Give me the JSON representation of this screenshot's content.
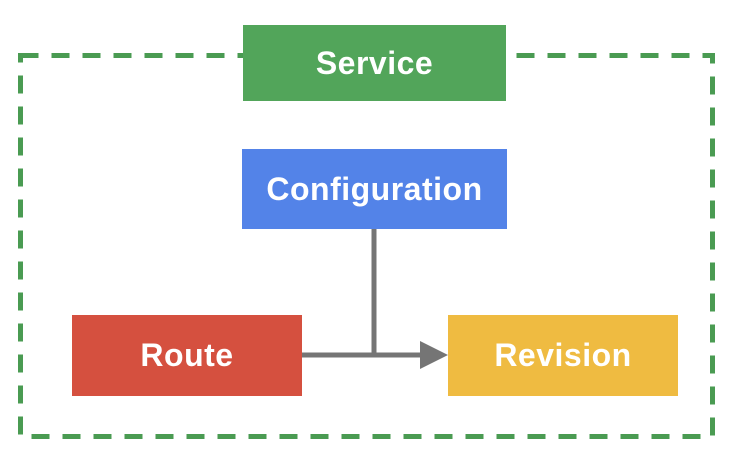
{
  "diagram": {
    "type": "architecture-diagram",
    "nodes": [
      {
        "id": "service",
        "label": "Service",
        "color": "#52A55A",
        "label_color": "#FFFFFF"
      },
      {
        "id": "configuration",
        "label": "Configuration",
        "color": "#5383E8",
        "label_color": "#FFFFFF"
      },
      {
        "id": "route",
        "label": "Route",
        "color": "#D5503F",
        "label_color": "#FFFFFF"
      },
      {
        "id": "revision",
        "label": "Revision",
        "color": "#EFBB41",
        "label_color": "#FFFFFF"
      }
    ],
    "edges": [
      {
        "from": "configuration",
        "to": "revision",
        "style": "solid-line-joining-arrow"
      },
      {
        "from": "route",
        "to": "revision",
        "style": "solid-arrow"
      }
    ],
    "boundary": {
      "style": "dashed-rectangle",
      "color": "#4A9B52",
      "encloses": [
        "configuration",
        "route",
        "revision"
      ],
      "overlapped_by": "service"
    },
    "connector_color": "#757575"
  }
}
